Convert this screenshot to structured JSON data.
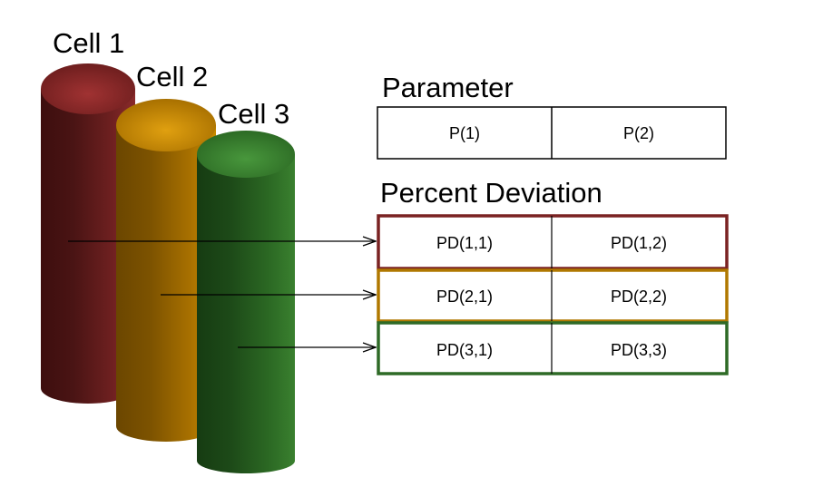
{
  "cells": [
    {
      "label": "Cell 1",
      "color": "#7a2222"
    },
    {
      "label": "Cell 2",
      "color": "#b07800"
    },
    {
      "label": "Cell 3",
      "color": "#2e6a26"
    }
  ],
  "parameter": {
    "title": "Parameter",
    "values": [
      "P(1)",
      "P(2)"
    ]
  },
  "percent_deviation": {
    "title": "Percent Deviation",
    "rows": [
      {
        "values": [
          "PD(1,1)",
          "PD(1,2)"
        ],
        "border_color": "#7a2222"
      },
      {
        "values": [
          "PD(2,1)",
          "PD(2,2)"
        ],
        "border_color": "#b07800"
      },
      {
        "values": [
          "PD(3,1)",
          "PD(3,3)"
        ],
        "border_color": "#2e6a26"
      }
    ]
  }
}
